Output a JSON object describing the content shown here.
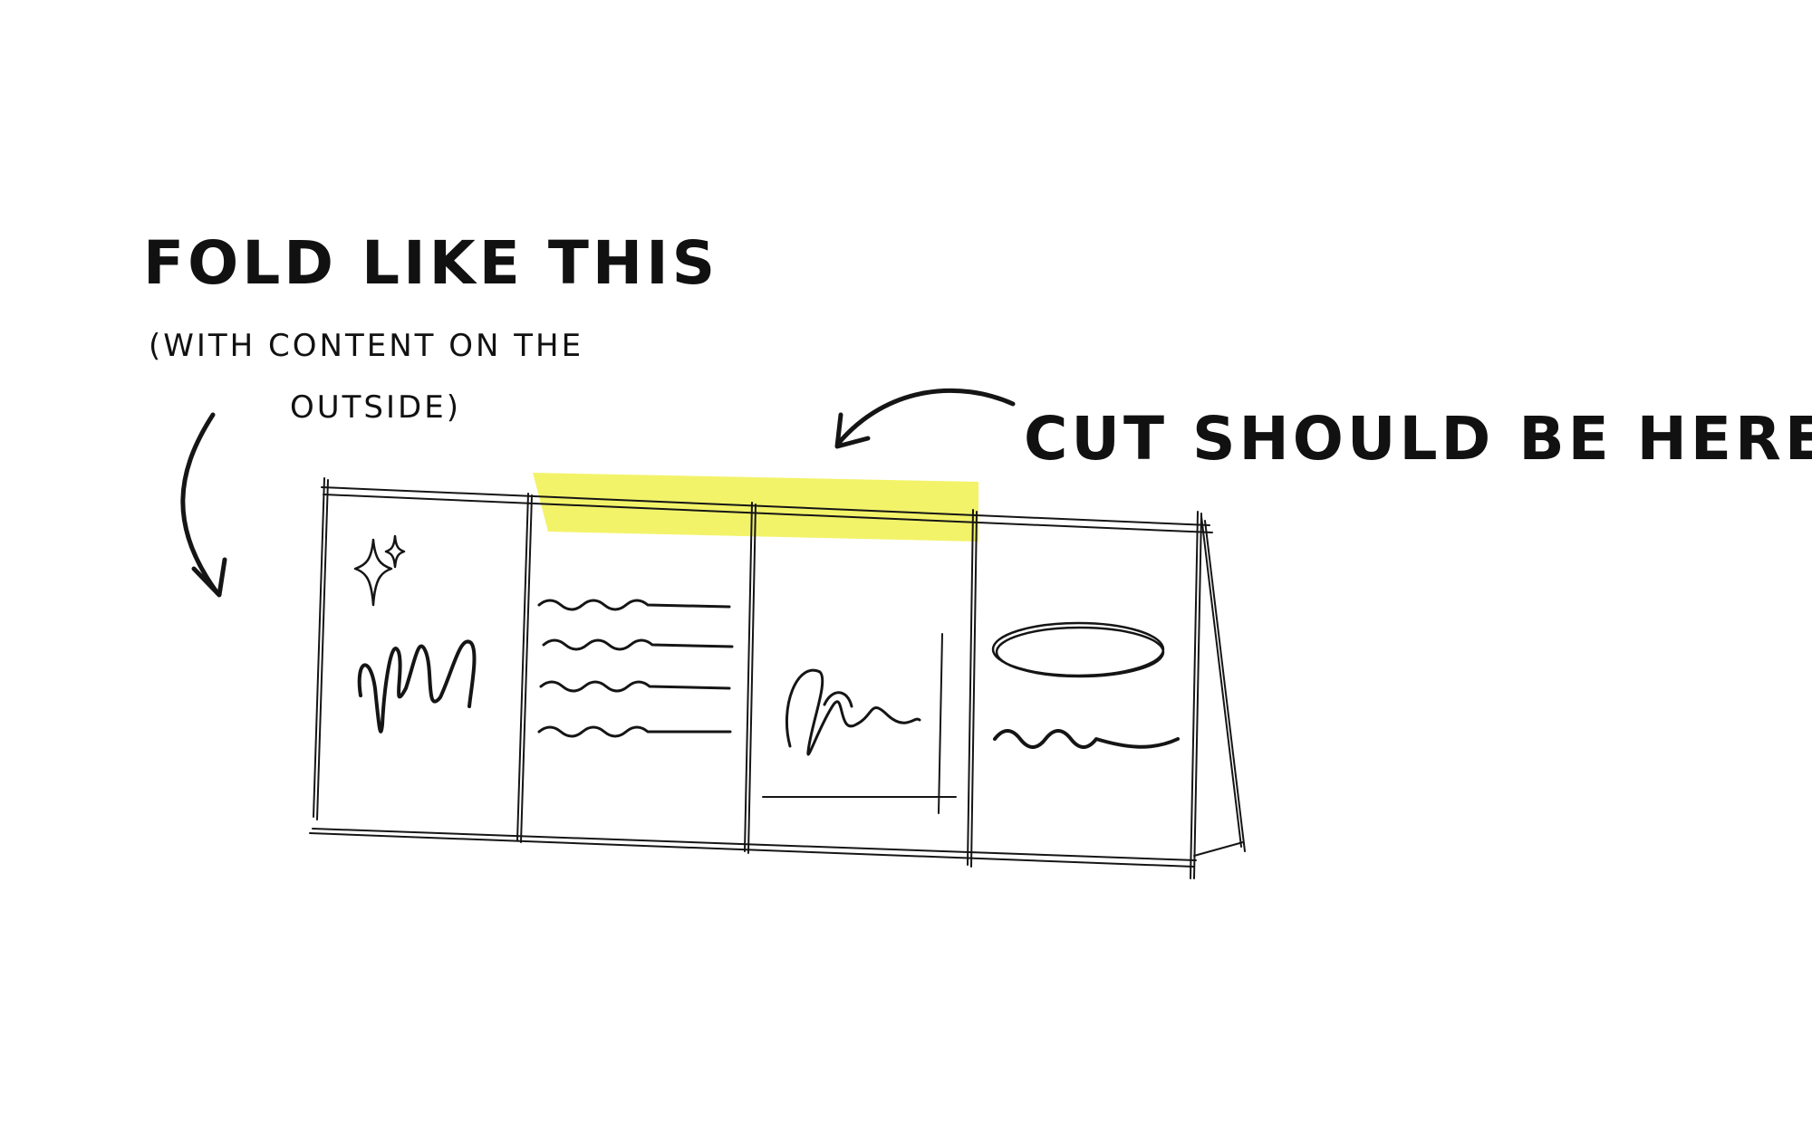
{
  "annotations": {
    "fold_title": "Fold like this",
    "fold_note_line1": "(with content on the",
    "fold_note_line2": "outside)",
    "cut_title": "Cut should be here"
  },
  "colors": {
    "highlight": "#f3f36a",
    "ink": "#151515",
    "background": "#ffffff"
  },
  "icons": {
    "sparkle": "sparkle-icon",
    "arrow_fold": "curved-arrow-down",
    "arrow_cut": "curved-arrow-left"
  }
}
